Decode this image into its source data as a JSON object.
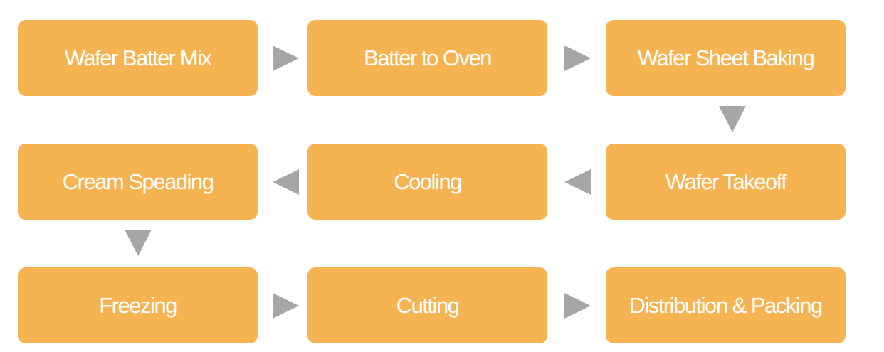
{
  "diagram": {
    "steps": [
      {
        "id": "wafer-batter-mix",
        "label": "Wafer Batter Mix"
      },
      {
        "id": "batter-to-oven",
        "label": "Batter to Oven"
      },
      {
        "id": "wafer-sheet-baking",
        "label": "Wafer Sheet Baking"
      },
      {
        "id": "wafer-takeoff",
        "label": "Wafer Takeoff"
      },
      {
        "id": "cooling",
        "label": "Cooling"
      },
      {
        "id": "cream-speading",
        "label": "Cream Speading"
      },
      {
        "id": "freezing",
        "label": "Freezing"
      },
      {
        "id": "cutting",
        "label": "Cutting"
      },
      {
        "id": "distribution-packing",
        "label": "Distribution & Packing"
      }
    ],
    "connections": [
      {
        "from": "wafer-batter-mix",
        "to": "batter-to-oven"
      },
      {
        "from": "batter-to-oven",
        "to": "wafer-sheet-baking"
      },
      {
        "from": "wafer-sheet-baking",
        "to": "wafer-takeoff"
      },
      {
        "from": "wafer-takeoff",
        "to": "cooling"
      },
      {
        "from": "cooling",
        "to": "cream-speading"
      },
      {
        "from": "cream-speading",
        "to": "freezing"
      },
      {
        "from": "freezing",
        "to": "cutting"
      },
      {
        "from": "cutting",
        "to": "distribution-packing"
      }
    ],
    "colors": {
      "box_fill": "#f6b351",
      "box_text": "#ffffff",
      "arrow": "#a6a6a6"
    }
  }
}
